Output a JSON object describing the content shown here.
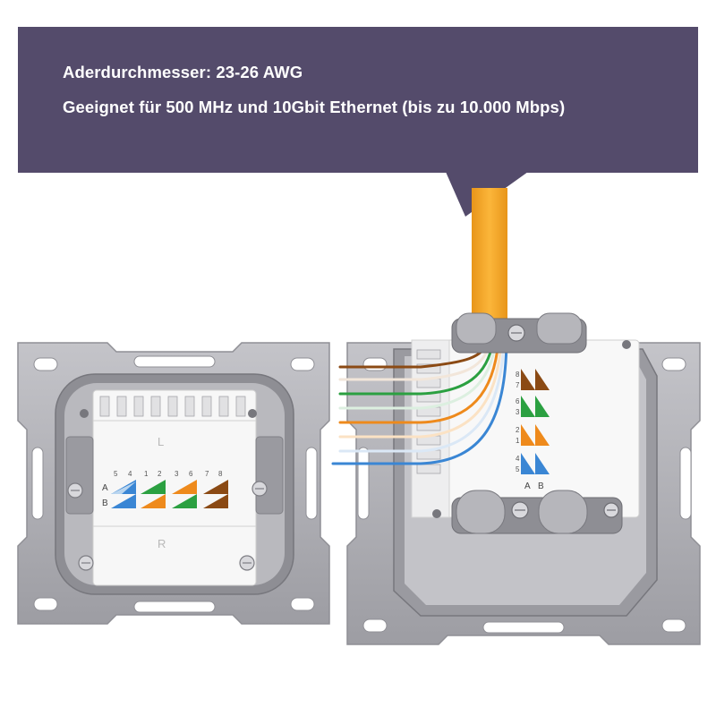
{
  "info": {
    "wire_diameter": "Aderdurchmesser: 23-26 AWG",
    "suitability": "Geeignet für 500 MHz und 10Gbit Ethernet (bis zu 10.000 Mbps)"
  },
  "module_left": {
    "pin_numbers": [
      "5",
      "4",
      "1",
      "2",
      "3",
      "6",
      "7",
      "8"
    ],
    "row_labels": [
      "A",
      "B"
    ],
    "marks": [
      "L",
      "R"
    ]
  },
  "module_right": {
    "pin_numbers": [
      "5",
      "4",
      "1",
      "2",
      "3",
      "6",
      "7",
      "8"
    ],
    "row_labels": [
      "A",
      "B"
    ]
  },
  "colors": {
    "banner": "#544b6b",
    "cable": "#f6a722",
    "pair_blue": "#3a86d4",
    "pair_green": "#2ba041",
    "pair_orange": "#ee8a1c",
    "pair_brown": "#8b4a14",
    "frame": "#a8a8ad"
  }
}
